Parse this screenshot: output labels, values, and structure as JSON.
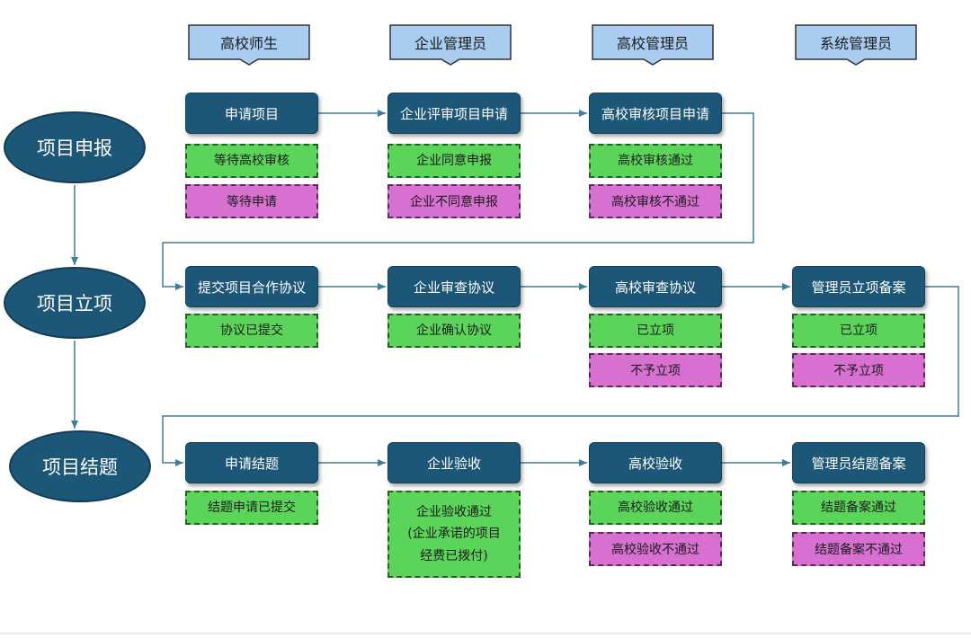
{
  "roles": [
    "高校师生",
    "企业管理员",
    "高校管理员",
    "系统管理员"
  ],
  "phases": [
    "项目申报",
    "项目立项",
    "项目结题"
  ],
  "rows": [
    {
      "steps": [
        "申请项目",
        "企业评审项目申请",
        "高校审核项目申请"
      ],
      "results": [
        [
          {
            "type": "ok",
            "text": "等待高校审核"
          },
          {
            "type": "no",
            "text": "等待申请"
          }
        ],
        [
          {
            "type": "ok",
            "text": "企业同意申报"
          },
          {
            "type": "no",
            "text": "企业不同意申报"
          }
        ],
        [
          {
            "type": "ok",
            "text": "高校审核通过"
          },
          {
            "type": "no",
            "text": "高校审核不通过"
          }
        ]
      ]
    },
    {
      "steps": [
        "提交项目合作协议",
        "企业审查协议",
        "高校审查协议",
        "管理员立项备案"
      ],
      "results": [
        [
          {
            "type": "ok",
            "text": "协议已提交"
          }
        ],
        [
          {
            "type": "ok",
            "text": "企业确认协议"
          }
        ],
        [
          {
            "type": "ok",
            "text": "已立项"
          },
          {
            "type": "no",
            "text": "不予立项"
          }
        ],
        [
          {
            "type": "ok",
            "text": "已立项"
          },
          {
            "type": "no",
            "text": "不予立项"
          }
        ]
      ]
    },
    {
      "steps": [
        "申请结题",
        "企业验收",
        "高校验收",
        "管理员结题备案"
      ],
      "results": [
        [
          {
            "type": "ok",
            "text": "结题申请已提交"
          }
        ],
        [
          {
            "type": "ok",
            "text": "企业验收通过\n(企业承诺的项目\n经费已拨付)"
          }
        ],
        [
          {
            "type": "ok",
            "text": "高校验收通过"
          },
          {
            "type": "no",
            "text": "高校验收不通过"
          }
        ],
        [
          {
            "type": "ok",
            "text": "结题备案通过"
          },
          {
            "type": "no",
            "text": "结题备案不通过"
          }
        ]
      ]
    }
  ],
  "colors": {
    "node": "#1d5778",
    "approve": "#5ad55a",
    "reject": "#d870d2",
    "role_fill": "#a8cdf0",
    "connector": "#3f7d9c"
  }
}
